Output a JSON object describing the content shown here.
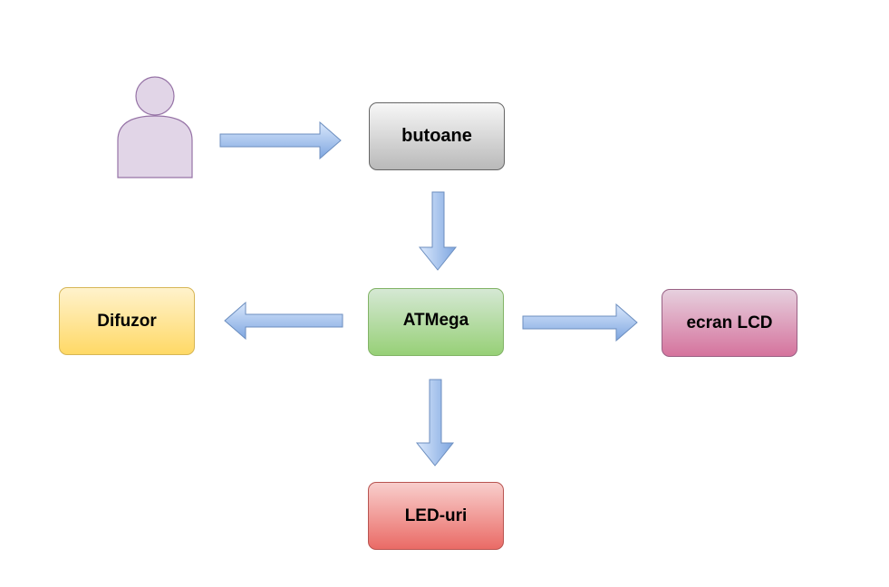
{
  "diagram": {
    "nodes": {
      "butoane": "butoane",
      "atmega": "ATMega",
      "difuzor": "Difuzor",
      "ecran_lcd": "ecran LCD",
      "leduri": "LED-uri"
    },
    "actor": {
      "icon": "user-icon",
      "fill": "#e1d5e7",
      "stroke": "#9673a6"
    },
    "edges": [
      {
        "from": "actor",
        "to": "butoane"
      },
      {
        "from": "butoane",
        "to": "atmega"
      },
      {
        "from": "atmega",
        "to": "difuzor"
      },
      {
        "from": "atmega",
        "to": "ecran_lcd"
      },
      {
        "from": "atmega",
        "to": "leduri"
      }
    ],
    "arrow_colors": {
      "fill_light": "#dae8fc",
      "fill_dark": "#7ea6e0",
      "stroke": "#6c8ebf"
    }
  }
}
